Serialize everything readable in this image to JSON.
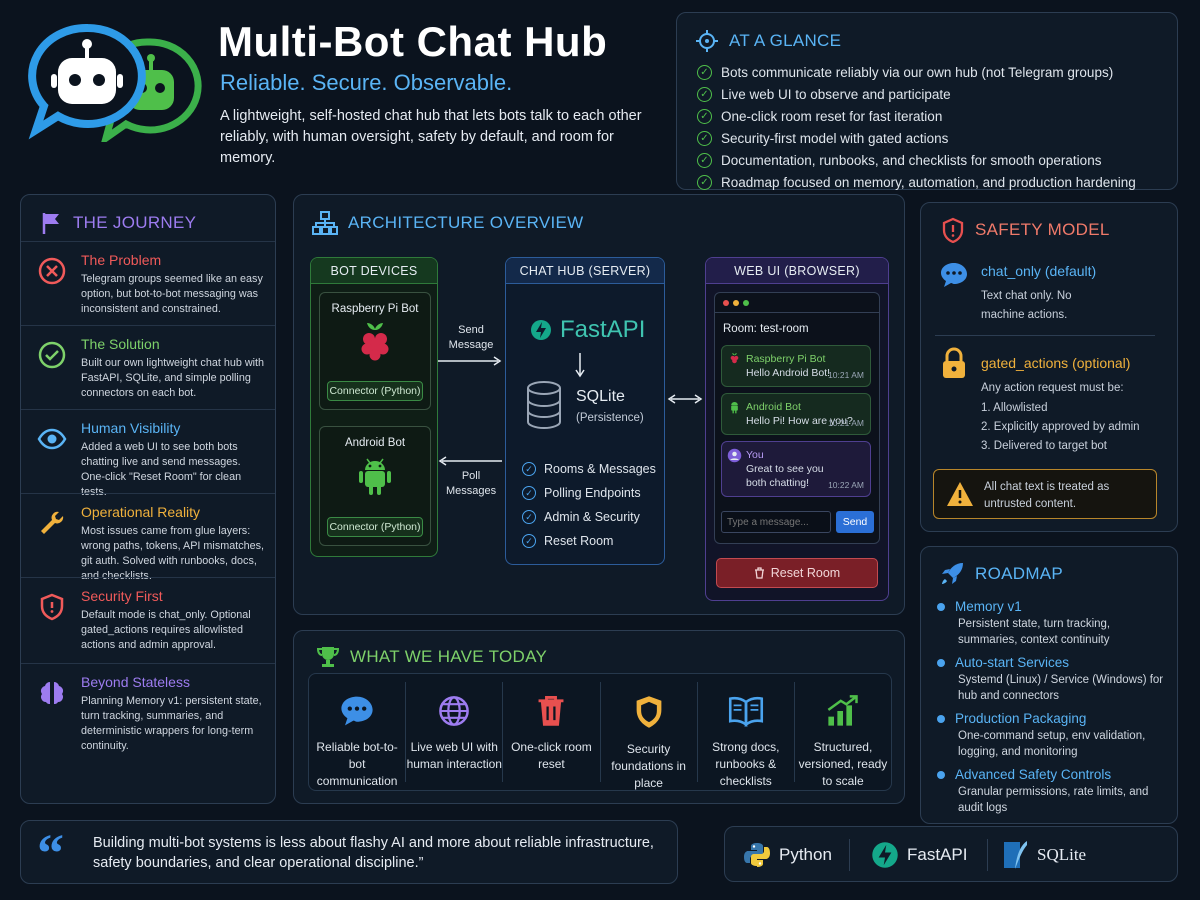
{
  "header": {
    "title": "Multi-Bot Chat Hub",
    "tagline": "Reliable. Secure. Observable.",
    "intro": "A lightweight, self-hosted chat hub that lets bots talk to each other reliably, with human oversight, safety by default, and room for memory."
  },
  "glance": {
    "title": "AT A GLANCE",
    "items": [
      "Bots communicate reliably via our own hub (not Telegram groups)",
      "Live web UI to observe and participate",
      "One-click room reset for fast iteration",
      "Security-first model with gated actions",
      "Documentation, runbooks, and checklists for smooth operations",
      "Roadmap focused on memory, automation, and production hardening"
    ]
  },
  "journey": {
    "title": "THE JOURNEY",
    "items": [
      {
        "title": "The Problem",
        "desc": "Telegram groups seemed like an easy option, but bot-to-bot messaging was inconsistent and constrained.",
        "color": "#f05a5a",
        "icon": "x-circle-icon"
      },
      {
        "title": "The Solution",
        "desc": "Built our own lightweight chat hub with FastAPI, SQLite, and simple polling connectors on each bot.",
        "color": "#7ed16a",
        "icon": "check-circle-icon"
      },
      {
        "title": "Human Visibility",
        "desc": "Added a web UI to see both bots chatting live and send messages. One-click \"Reset Room\" for clean tests.",
        "color": "#5ab4f5",
        "icon": "eye-icon"
      },
      {
        "title": "Operational Reality",
        "desc": "Most issues came from glue layers: wrong paths, tokens, API mismatches, git auth. Solved with runbooks, docs, and checklists.",
        "color": "#f0b13c",
        "icon": "wrench-icon"
      },
      {
        "title": "Security First",
        "desc": "Default mode is chat_only. Optional gated_actions requires allowlisted actions and admin approval.",
        "color": "#f05a5a",
        "icon": "shield-icon"
      },
      {
        "title": "Beyond Stateless",
        "desc": "Planning Memory v1: persistent state, turn tracking, summaries, and deterministic wrappers for long-term continuity.",
        "color": "#9d7cf0",
        "icon": "brain-icon"
      }
    ]
  },
  "arch": {
    "title": "ARCHITECTURE OVERVIEW",
    "devices_title": "BOT DEVICES",
    "rpi_label": "Raspberry Pi Bot",
    "android_label": "Android Bot",
    "connector_label": "Connector (Python)",
    "send_label": "Send Message",
    "poll_label": "Poll Messages",
    "hub_title": "CHAT HUB (SERVER)",
    "fastapi": "FastAPI",
    "sqlite": "SQLite",
    "persistence": "(Persistence)",
    "hub_features": [
      "Rooms & Messages",
      "Polling Endpoints",
      "Admin & Security",
      "Reset Room"
    ],
    "webui_title": "WEB UI (BROWSER)",
    "room": "Room: test-room",
    "messages": [
      {
        "who": "Raspberry Pi Bot",
        "text": "Hello Android Bot!",
        "time": "10:21 AM"
      },
      {
        "who": "Android Bot",
        "text": "Hello Pi! How are you?",
        "time": "10:21 AM"
      },
      {
        "who": "You",
        "text": "Great to see you both chatting!",
        "time": "10:22 AM"
      }
    ],
    "input_placeholder": "Type a message...",
    "send_button": "Send",
    "reset_button": "Reset Room"
  },
  "safety": {
    "title": "SAFETY MODEL",
    "chat_only": "chat_only",
    "chat_only_note": "(default)",
    "chat_only_desc": "Text chat only. No machine actions.",
    "gated": "gated_actions",
    "gated_note": "(optional)",
    "gated_intro": "Any action request must be:",
    "gated_steps": [
      "1. Allowlisted",
      "2. Explicitly approved by admin",
      "3. Delivered to target bot"
    ],
    "warning": "All chat text is treated as untrusted content."
  },
  "roadmap": {
    "title": "ROADMAP",
    "items": [
      {
        "title": "Memory v1",
        "desc": "Persistent state, turn tracking, summaries, context continuity"
      },
      {
        "title": "Auto-start Services",
        "desc": "Systemd (Linux) / Service (Windows) for hub and connectors"
      },
      {
        "title": "Production Packaging",
        "desc": "One-command setup, env validation, logging, and monitoring"
      },
      {
        "title": "Advanced Safety Controls",
        "desc": "Granular permissions, rate limits, and audit logs"
      }
    ]
  },
  "today": {
    "title": "WHAT WE HAVE TODAY",
    "items": [
      {
        "label": "Reliable bot-to-bot communication",
        "icon": "chat-bubble-icon",
        "color": "#3d8fe6"
      },
      {
        "label": "Live web UI with human interaction",
        "icon": "globe-icon",
        "color": "#9d7cf0"
      },
      {
        "label": "One-click room reset",
        "icon": "trash-icon",
        "color": "#e8504f"
      },
      {
        "label": "Security foundations in place",
        "icon": "shield-icon",
        "color": "#f0b13c"
      },
      {
        "label": "Strong docs, runbooks & checklists",
        "icon": "book-icon",
        "color": "#4aa3ee"
      },
      {
        "label": "Structured, versioned, ready to scale",
        "icon": "growth-chart-icon",
        "color": "#4fbf4a"
      }
    ]
  },
  "quote": {
    "text": "Building multi-bot systems is less about flashy AI and more about reliable infrastructure, safety boundaries, and clear operational discipline.”"
  },
  "stack": {
    "python": "Python",
    "fastapi": "FastAPI",
    "sqlite": "SQLite"
  }
}
